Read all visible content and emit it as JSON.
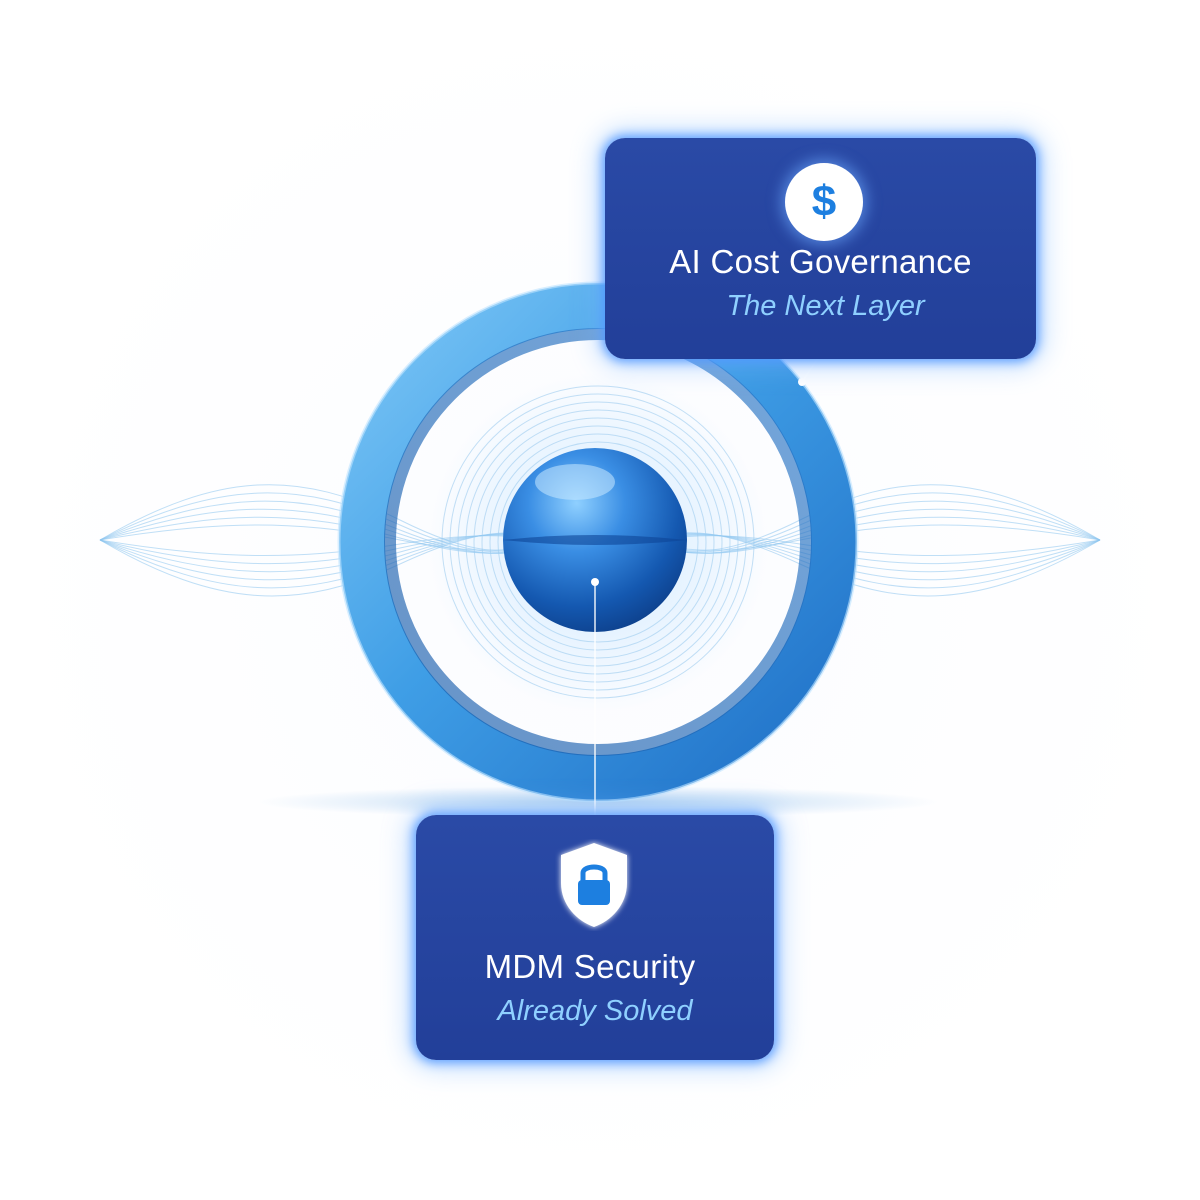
{
  "cards": {
    "cost": {
      "icon": "dollar-icon",
      "icon_glyph": "$",
      "title": "AI Cost Governance",
      "subtitle": "The Next Layer"
    },
    "mdm": {
      "icon": "shield-lock-icon",
      "title": "MDM Security",
      "subtitle": "Already Solved"
    }
  },
  "colors": {
    "card_background": "#2a4aa6",
    "card_glow": "#5096ff",
    "subtitle_text": "#8fd0ff",
    "ring_light": "#5fb3f0",
    "ring_dark": "#1d5fb0",
    "sphere": "#1c6fd0",
    "icon_accent": "#1d7fe0"
  }
}
